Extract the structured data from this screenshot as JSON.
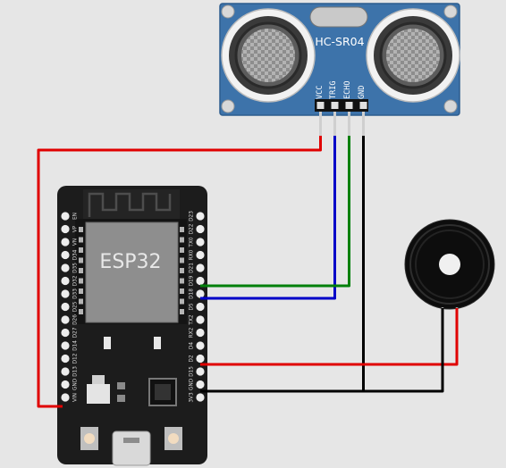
{
  "sensor": {
    "title": "HC-SR04",
    "pins": [
      "VCC",
      "TRIG",
      "ECHO",
      "GND"
    ]
  },
  "board": {
    "chip_label": "ESP32",
    "left_pins": [
      "EN",
      "VP",
      "VN",
      "D34",
      "D35",
      "D32",
      "D33",
      "D25",
      "D26",
      "D27",
      "D14",
      "D12",
      "D13",
      "GND",
      "VIN"
    ],
    "right_pins": [
      "D23",
      "D22",
      "TX0",
      "RX0",
      "D21",
      "D19",
      "D18",
      "D5",
      "TX2",
      "RX2",
      "D4",
      "D2",
      "D15",
      "GND",
      "3V3"
    ]
  },
  "buzzer": {
    "icon": "buzzer-icon"
  },
  "colors": {
    "background": "#e6e6e6",
    "sensor_board": "#3d73aa",
    "board_body": "#1c1c1c",
    "wire_red": "#e00000",
    "wire_blue": "#0000c8",
    "wire_green": "#00800a",
    "wire_black": "#000000"
  }
}
